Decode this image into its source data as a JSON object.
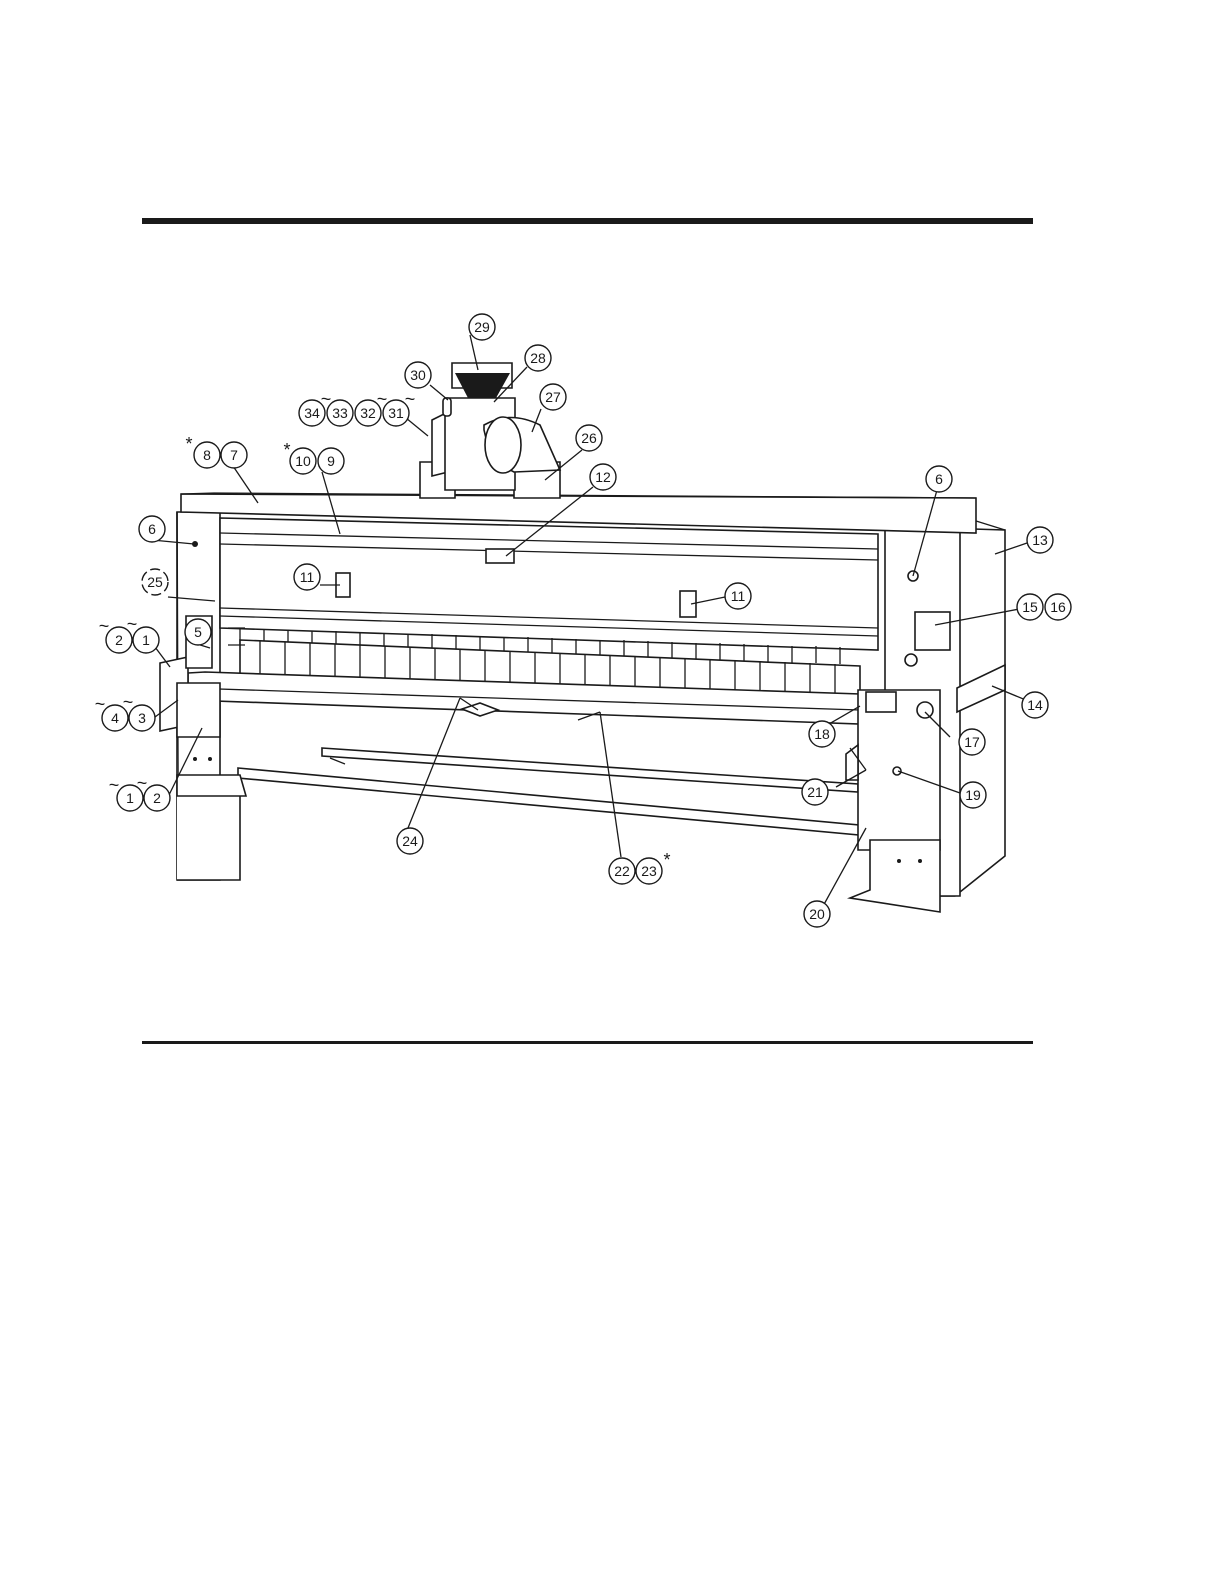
{
  "callouts": [
    {
      "n": "1"
    },
    {
      "n": "2"
    },
    {
      "n": "3"
    },
    {
      "n": "4"
    },
    {
      "n": "5"
    },
    {
      "n": "6"
    },
    {
      "n": "7"
    },
    {
      "n": "8"
    },
    {
      "n": "9"
    },
    {
      "n": "10"
    },
    {
      "n": "11"
    },
    {
      "n": "12"
    },
    {
      "n": "13"
    },
    {
      "n": "14"
    },
    {
      "n": "15"
    },
    {
      "n": "16"
    },
    {
      "n": "17"
    },
    {
      "n": "18"
    },
    {
      "n": "19"
    },
    {
      "n": "20"
    },
    {
      "n": "21"
    },
    {
      "n": "22"
    },
    {
      "n": "23"
    },
    {
      "n": "24"
    },
    {
      "n": "25"
    },
    {
      "n": "26"
    },
    {
      "n": "27"
    },
    {
      "n": "28"
    },
    {
      "n": "29"
    },
    {
      "n": "30"
    },
    {
      "n": "31"
    },
    {
      "n": "32"
    },
    {
      "n": "33"
    },
    {
      "n": "34"
    }
  ],
  "symbols": {
    "asterisk": "*",
    "tilde": "~"
  }
}
